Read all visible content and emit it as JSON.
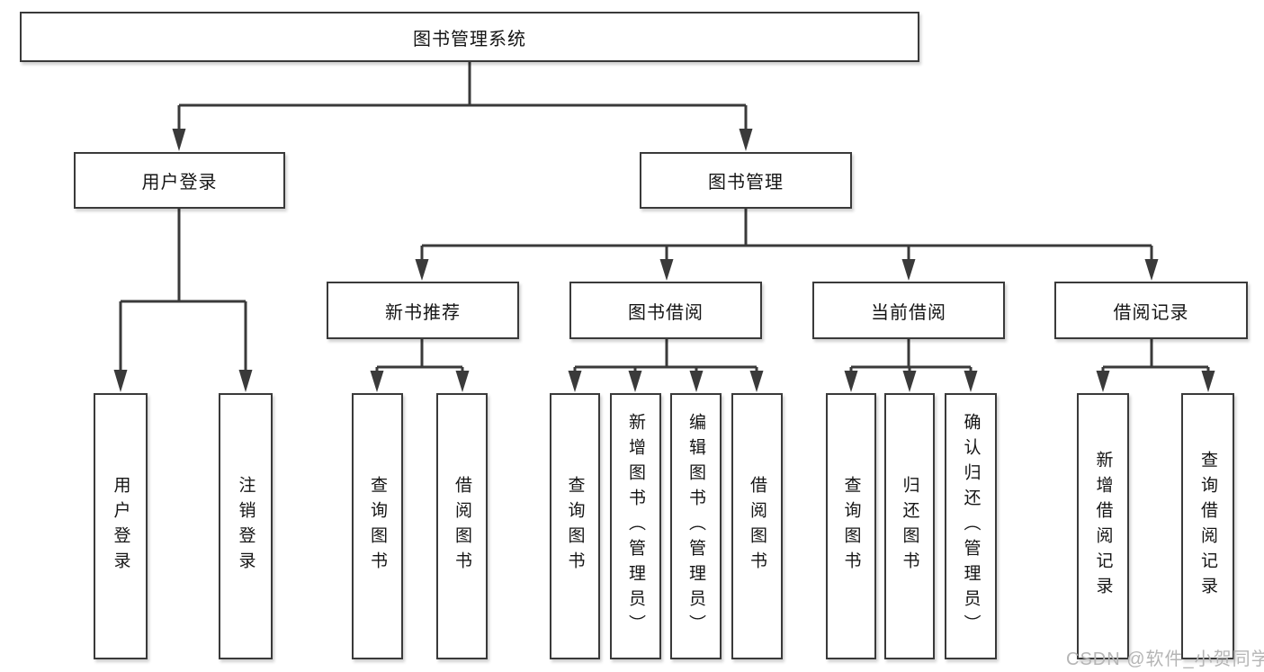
{
  "diagram": {
    "title": "图书管理系统",
    "level2": {
      "user_login": "用户登录",
      "book_management": "图书管理"
    },
    "level3": {
      "new_book_recommend": "新书推荐",
      "book_borrow": "图书借阅",
      "current_borrow": "当前借阅",
      "borrow_records": "借阅记录"
    },
    "leaves": {
      "user_login": [
        "用户登录",
        "注销登录"
      ],
      "new_book_recommend": [
        "查询图书",
        "借阅图书"
      ],
      "book_borrow": [
        "查询图书",
        "新增图书（管理员）",
        "编辑图书（管理员）",
        "借阅图书"
      ],
      "current_borrow": [
        "查询图书",
        "归还图书",
        "确认归还（管理员）"
      ],
      "borrow_records": [
        "新增借阅记录",
        "查询借阅记录"
      ]
    },
    "watermark": "CSDN @软件_小贺同学",
    "colors": {
      "line": "#3a3a3a",
      "box_border": "#3a3a3a",
      "box_fill": "#ffffff",
      "text": "#151515",
      "watermark": "#b5b5b5"
    }
  }
}
